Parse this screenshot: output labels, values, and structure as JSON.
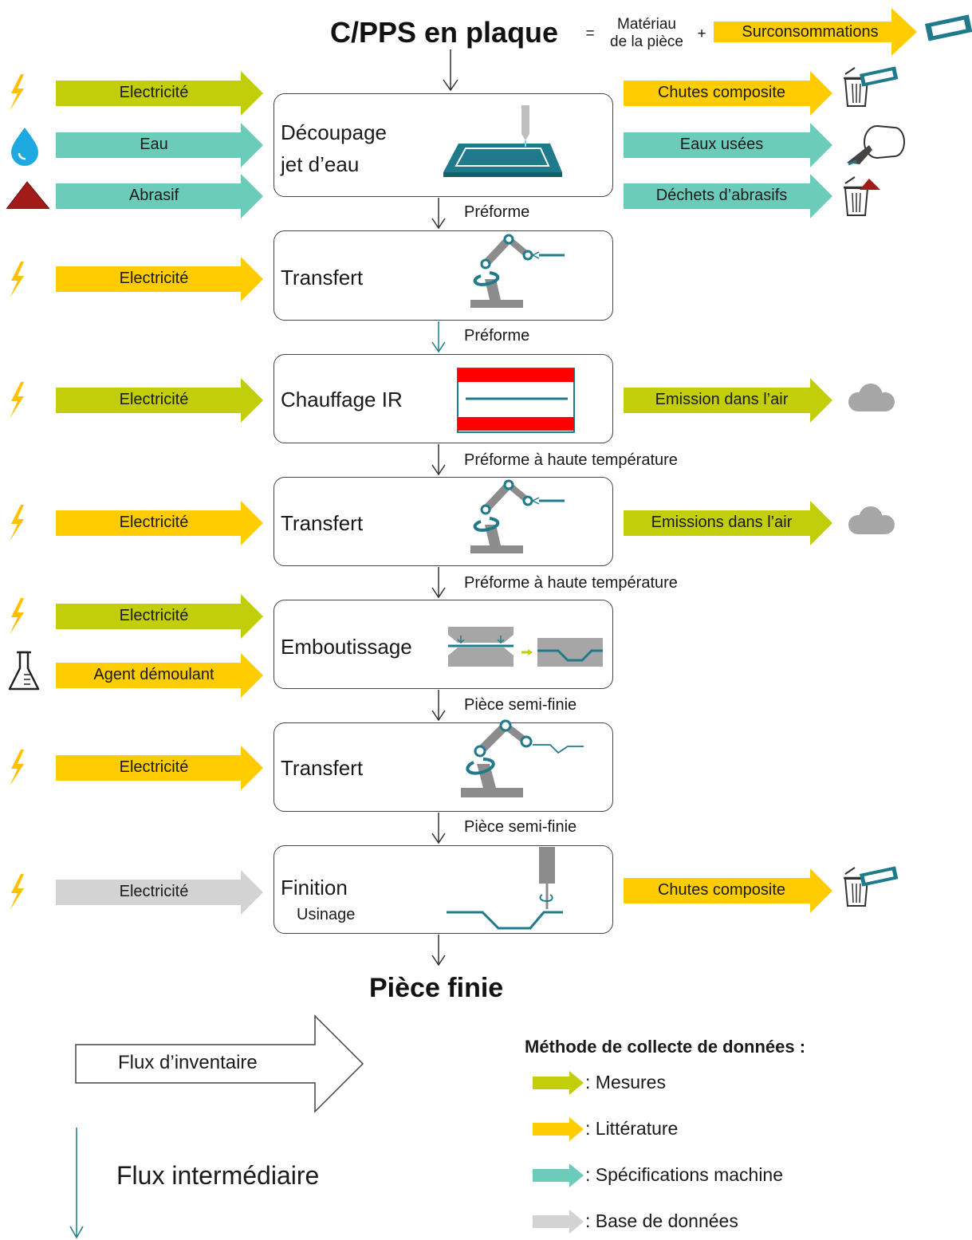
{
  "title": "C/PPS en plaque",
  "equation": {
    "equals": "=",
    "material_line1": "Matériau",
    "material_line2": "de la pièce",
    "plus": "+",
    "overconsumption": "Surconsommations"
  },
  "steps": [
    {
      "label_line1": "Découpage",
      "label_line2": "jet d’eau"
    },
    {
      "label": "Transfert"
    },
    {
      "label": "Chauffage IR"
    },
    {
      "label": "Transfert"
    },
    {
      "label": "Emboutissage"
    },
    {
      "label": "Transfert"
    },
    {
      "label": "Finition",
      "sublabel": "Usinage"
    }
  ],
  "connectors": [
    "Préforme",
    "Préforme",
    "Préforme à haute température",
    "Préforme à haute température",
    "Pièce semi-finie",
    "Pièce semi-finie"
  ],
  "inputs": [
    {
      "label": "Electricité",
      "method": "mesures",
      "icon": "lightning-icon"
    },
    {
      "label": "Eau",
      "method": "specifications",
      "icon": "water-drop-icon"
    },
    {
      "label": "Abrasif",
      "method": "specifications",
      "icon": "abrasive-pile-icon"
    },
    {
      "label": "Electricité",
      "method": "litterature",
      "icon": "lightning-icon"
    },
    {
      "label": "Electricité",
      "method": "mesures",
      "icon": "lightning-icon"
    },
    {
      "label": "Electricité",
      "method": "litterature",
      "icon": "lightning-icon"
    },
    {
      "label": "Electricité",
      "method": "mesures",
      "icon": "lightning-icon"
    },
    {
      "label": "Agent démoulant",
      "method": "litterature",
      "icon": "flask-icon"
    },
    {
      "label": "Electricité",
      "method": "litterature",
      "icon": "lightning-icon"
    },
    {
      "label": "Electricité",
      "method": "base",
      "icon": "lightning-icon"
    }
  ],
  "outputs": [
    {
      "label": "Chutes composite",
      "method": "litterature",
      "icon": "trash-bin-icon"
    },
    {
      "label": "Eaux usées",
      "method": "specifications",
      "icon": "wastewater-pipe-icon"
    },
    {
      "label": "Déchets d’abrasifs",
      "method": "specifications",
      "icon": "trash-bin-icon"
    },
    {
      "label": "Emission dans l’air",
      "method": "mesures",
      "icon": "cloud-icon"
    },
    {
      "label": "Emissions dans l’air",
      "method": "mesures",
      "icon": "cloud-icon"
    },
    {
      "label": "Chutes composite",
      "method": "litterature",
      "icon": "trash-bin-icon"
    }
  ],
  "final": "Pièce finie",
  "legend": {
    "inventory_flow": "Flux d’inventaire",
    "intermediate_flow": "Flux intermédiaire",
    "title": "Méthode de collecte de données :",
    "items": [
      {
        "label": ": Mesures",
        "method": "mesures"
      },
      {
        "label": ": Littérature",
        "method": "litterature"
      },
      {
        "label": ": Spécifications machine",
        "method": "specifications"
      },
      {
        "label": ": Base de données",
        "method": "base"
      }
    ]
  },
  "colors": {
    "mesures": "#C3CE0A",
    "litterature": "#FFCC00",
    "specifications": "#6CCCBA",
    "base": "#D3D3D3",
    "teal": "#1F7A8C",
    "robot_gray": "#8C8C8C",
    "red": "#FF0000",
    "lightning": "#FFC000",
    "water": "#1EA9E1",
    "abrasive": "#A31A1A"
  }
}
